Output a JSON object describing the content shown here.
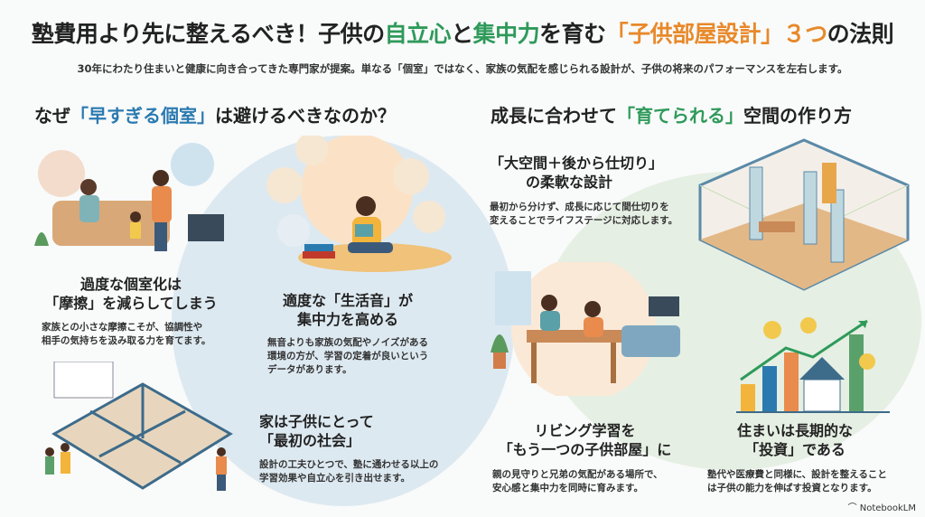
{
  "header": {
    "title_parts": [
      "塾費用より先に整えるべき！子供の",
      "自立心",
      "と",
      "集中力",
      "を育む",
      "「子供部屋設計」３つ",
      "の法則"
    ],
    "subtitle": "30年にわたり住まいと健康に向き合ってきた専門家が提案。単なる「個室」ではなく、家族の気配を感じられる設計が、子供の将来のパフォーマンスを左右します。"
  },
  "left": {
    "heading_parts": [
      "なぜ",
      "「早すぎる個室」",
      "は避けるべきなのか？"
    ],
    "cards": [
      {
        "title1": "過度な個室化は",
        "title2": "「摩擦」を減らしてしまう",
        "body1": "家族との小さな摩擦こそが、協調性や",
        "body2": "相手の気持ちを汲み取る力を育てます。"
      },
      {
        "title1": "適度な「生活音」が",
        "title2": "集中力を高める",
        "body1": "無音よりも家族の気配やノイズがある",
        "body2": "環境の方が、学習の定着が良いという",
        "body3": "データがあります。"
      },
      {
        "title1": "家は子供にとって",
        "title2": "「最初の社会」",
        "body1": "設計の工夫ひとつで、塾に通わせる以上の",
        "body2": "学習効果や自立心を引き出せます。"
      }
    ]
  },
  "right": {
    "heading_parts": [
      "成長に合わせて",
      "「育てられる」",
      "空間の作り方"
    ],
    "cards": [
      {
        "title1": "「大空間＋後から仕切り」",
        "title2": "の柔軟な設計",
        "body1": "最初から分けず、成長に応じて間仕切りを",
        "body2": "変えることでライフステージに対応します。"
      },
      {
        "title1": "リビング学習を",
        "title2": "「もう一つの子供部屋」に",
        "body1": "親の見守りと兄弟の気配がある場所で、",
        "body2": "安心感と集中力を同時に育みます。"
      },
      {
        "title1": "住まいは長期的な",
        "title2": "「投資」である",
        "body1": "塾代や医療費と同様に、設計を整えること",
        "body2": "は子供の能力を伸ばす投資となります。"
      }
    ]
  },
  "footer": {
    "brand": "NotebookLM"
  },
  "colors": {
    "green": "#2e9a5a",
    "orange": "#e8892a",
    "blue": "#2a7ab0"
  }
}
